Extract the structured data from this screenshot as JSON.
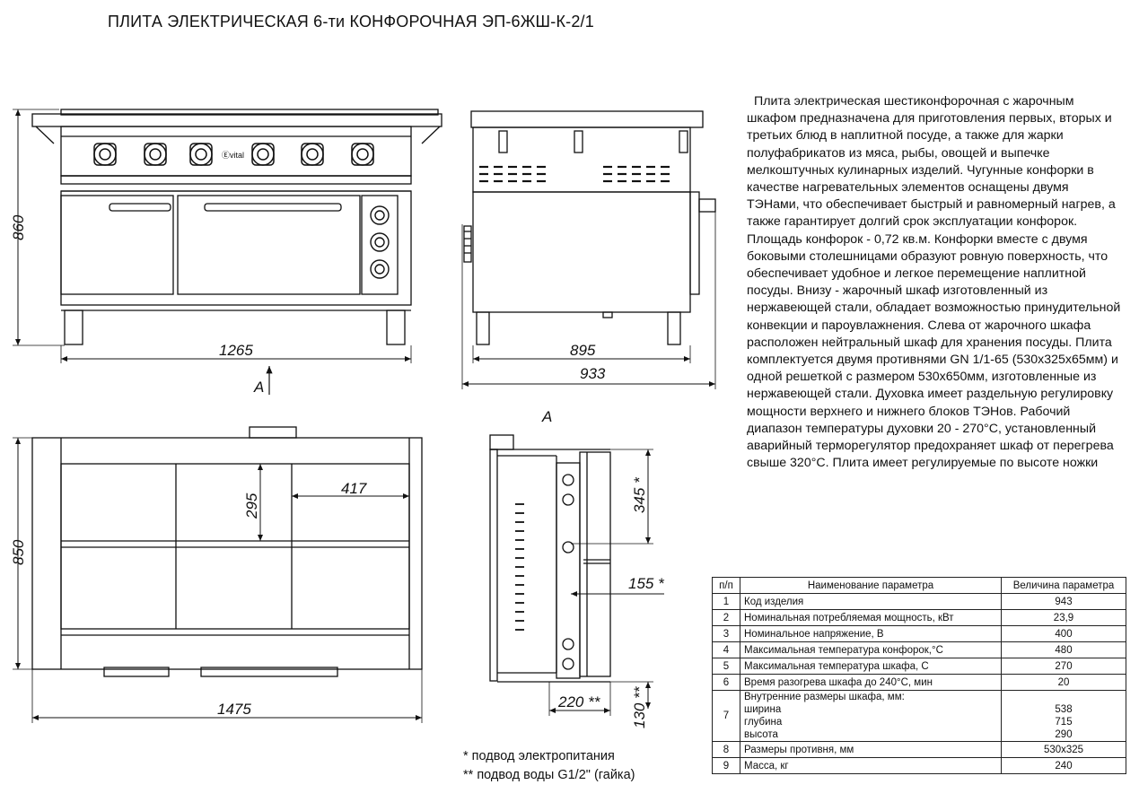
{
  "title": "ПЛИТА ЭЛЕКТРИЧЕСКАЯ 6-ти КОНФОРОЧНАЯ ЭП-6ЖШ-К-2/1",
  "description": "Плита электрическая шестиконфорочная с жарочным шкафом предназначена для приготовления первых, вторых и третьих блюд в наплитной посуде, а также для жарки полуфабрикатов из мяса, рыбы, овощей и выпечке мелкоштучных кулинарных изделий. Чугунные конфорки в качестве нагревательных элементов оснащены двумя ТЭНами, что обеспечивает быстрый и равномерный нагрев, а также гарантирует долгий срок эксплуатации конфорок. Площадь конфорок - 0,72 кв.м. Конфорки вместе с двумя боковыми столешницами образуют ровную поверхность, что обеспечивает удобное и легкое перемещение наплитной посуды. Внизу - жарочный шкаф изготовленный из нержавеющей стали, обладает возможностью принудительной конвекции и пароувлажнения. Слева от жарочного шкафа расположен нейтральный шкаф для хранения посуды. Плита комплектуется двумя противнями GN 1/1-65 (530х325х65мм) и одной решеткой с размером 530х650мм, изготовленные из нержавеющей стали. Духовка имеет раздельную регулировку мощности верхнего и нижнего блоков ТЭНов. Рабочий диапазон температуры духовки 20 - 270°С, установленный аварийный терморегулятор предохраняет шкаф от перегрева свыше 320°С. Плита имеет регулируемые по высоте ножки",
  "dims": {
    "front_height": "860",
    "front_width": "1265",
    "side_depth_inner": "895",
    "side_depth_outer": "933",
    "view_arrow_label": "A",
    "top_depth": "850",
    "top_width": "1475",
    "top_cell_depth": "295",
    "top_cell_width": "417",
    "detail_label": "A",
    "detail_345": "345 *",
    "detail_155": "155 *",
    "detail_220": "220 **",
    "detail_130": "130 **"
  },
  "notes": {
    "power": "* подвод электропитания",
    "water": "** подвод воды G1/2\" (гайка)"
  },
  "table": {
    "headers": [
      "п/п",
      "Наименование параметра",
      "Величина параметра"
    ],
    "rows": [
      {
        "n": "1",
        "name": "Код изделия",
        "value": "943"
      },
      {
        "n": "2",
        "name": "Номинальная потребляемая мощность, кВт",
        "value": "23,9"
      },
      {
        "n": "3",
        "name": "Номинальное напряжение, В",
        "value": "400"
      },
      {
        "n": "4",
        "name": "Максимальная температура конфорок,°С",
        "value": "480"
      },
      {
        "n": "5",
        "name": "Максимальная температура шкафа, С",
        "value": "270"
      },
      {
        "n": "6",
        "name": "Время разогрева шкафа до 240°С, мин",
        "value": "20"
      },
      {
        "n": "8",
        "name": "Размеры противня, мм",
        "value": "530х325"
      },
      {
        "n": "9",
        "name": "Масса, кг",
        "value": "240"
      }
    ],
    "row7": {
      "n": "7",
      "name": "Внутренние размеры шкафа, мм:",
      "sub": [
        "ширина",
        "глубина",
        "высота"
      ],
      "values": [
        "538",
        "715",
        "290"
      ]
    }
  }
}
